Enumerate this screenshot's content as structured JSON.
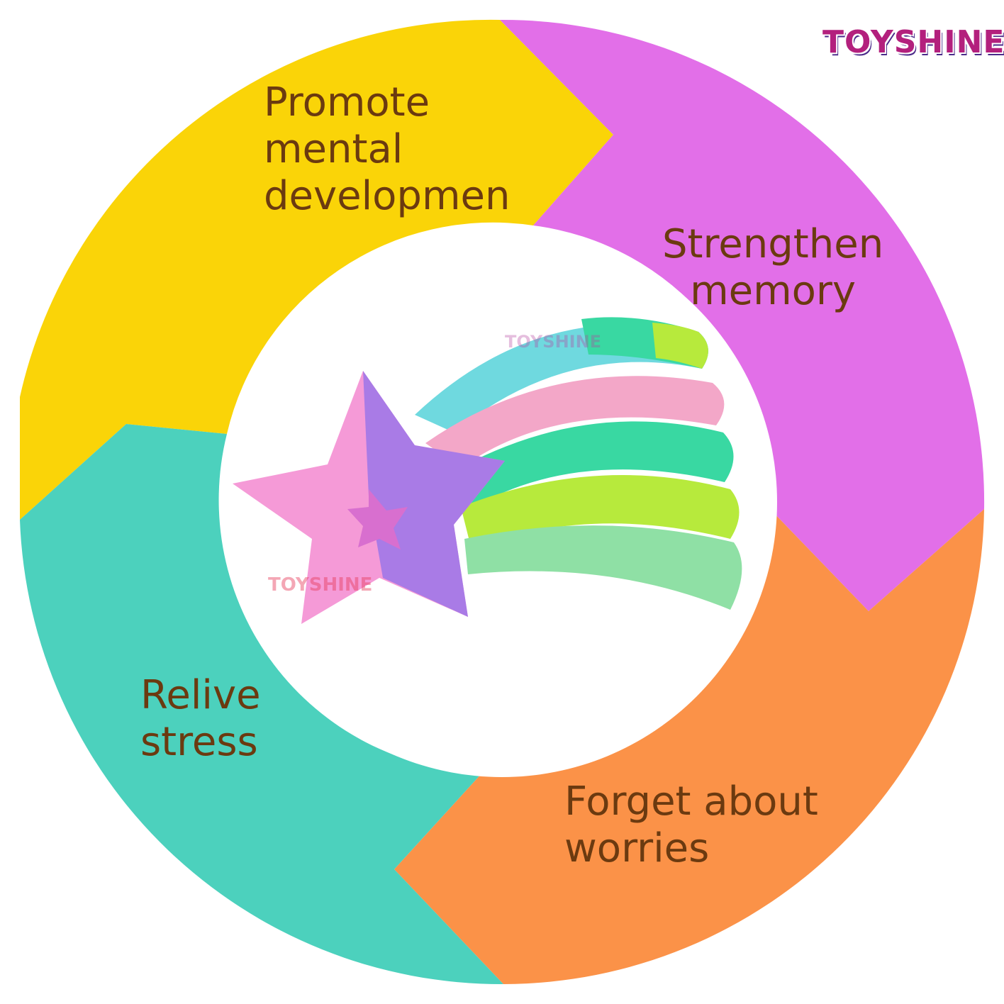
{
  "brand": {
    "logo_text": "TOYSHINE"
  },
  "cycle": {
    "segments": [
      {
        "id": "top",
        "color": "#fad408",
        "lines": [
          "Promote",
          "mental",
          "developmen"
        ]
      },
      {
        "id": "right",
        "color": "#e26fe8",
        "lines": [
          "Strengthen",
          "memory"
        ]
      },
      {
        "id": "bottom",
        "color": "#fb9248",
        "lines": [
          "Forget about",
          "worries"
        ]
      },
      {
        "id": "left",
        "color": "#4cd1bd",
        "lines": [
          "Relive",
          "stress"
        ]
      }
    ],
    "label_color": "#6b3a10"
  },
  "center_image": {
    "icon": "shooting-star-pop-it-toy",
    "colors": {
      "star_pink": "#f59ad7",
      "star_purple": "#a97be6",
      "tail_cyan": "#6fd9df",
      "tail_pink": "#f3a7c8",
      "tail_green": "#39d8a2",
      "tail_lime": "#b7ea3c"
    },
    "watermarks": [
      "TOYSHINE",
      "TOYSHINE"
    ]
  }
}
